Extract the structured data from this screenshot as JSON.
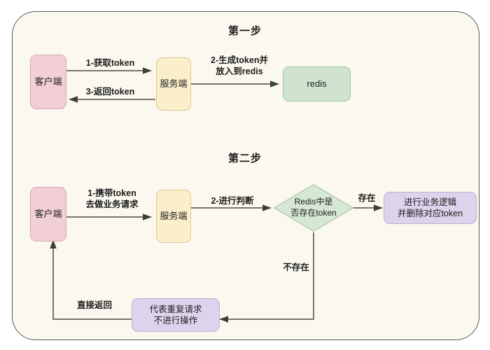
{
  "diagram": {
    "title_step1": "第一步",
    "title_step2": "第二步",
    "colors": {
      "background": "#fbf9ef",
      "frame_border": "#595959",
      "client_fill": "#f2cfd6",
      "server_fill": "#fbeeca",
      "redis_fill": "#cfe3cf",
      "decision_fill": "#d6e7d4",
      "purple_fill": "#ddd3ec",
      "arrow": "#4a4a42",
      "text": "#1c1c1c"
    }
  },
  "step1": {
    "client": "客户端",
    "server": "服务端",
    "redis": "redis",
    "edge_get_token": "1-获取token",
    "edge_return_token": "3-返回token",
    "edge_gen_token": "2-生成token并\n放入到redis"
  },
  "step2": {
    "client": "客户端",
    "server": "服务端",
    "decision": "Redis中是\n否存在token",
    "success_box": "进行业务逻辑\n并删除对应token",
    "duplicate_box": "代表重复请求\n不进行操作",
    "edge_carry_token": "1-携带token\n去做业务请求",
    "edge_judge": "2-进行判断",
    "edge_exists": "存在",
    "edge_not_exists": "不存在",
    "edge_return_direct": "直接返回"
  }
}
